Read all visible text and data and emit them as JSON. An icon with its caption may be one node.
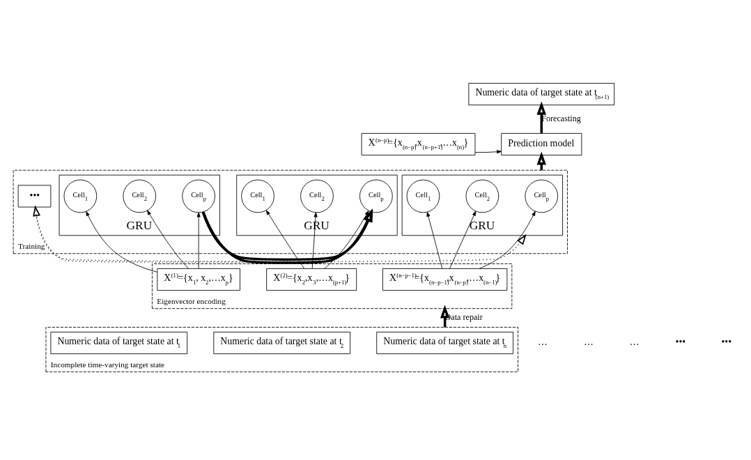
{
  "diagram": {
    "nodes": [
      {
        "text": [
          "Training"
        ]
      },
      {
        "text": [
          "GRU"
        ],
        "in": 0
      },
      {
        "text": [
          "Cell$_{1}$"
        ],
        "in": 1
      },
      {
        "text": [
          "Cell$_{2}$"
        ],
        "in": 1
      },
      {
        "text": [
          "Cell$_{p}$"
        ],
        "in": 1
      },
      {
        "text": [
          "GRU"
        ],
        "in": 0
      },
      {
        "text": [
          "Cell$_{1}$"
        ],
        "in": 5
      },
      {
        "text": [
          "Cell$_{2}$"
        ],
        "in": 5
      },
      {
        "text": [
          "Cell$_{p}$"
        ],
        "in": 5
      },
      {
        "text": [
          "•••"
        ],
        "in": 0
      },
      {
        "text": [
          "GRU"
        ],
        "in": 0
      },
      {
        "text": [
          "Cell$_{1}$"
        ],
        "in": 10
      },
      {
        "text": [
          "Cell$_{2}$"
        ],
        "in": 10
      },
      {
        "text": [
          "Cell$_{p}$"
        ],
        "in": 10
      },
      {
        "text": [
          "Eigenvector encoding"
        ]
      },
      {
        "text": [
          "X$^{(1)}$={x$_{1}$, x$_{2}$,…x$_{p}$}"
        ],
        "in": 14
      },
      {
        "text": [
          "X$^{(2)}$={x$_{2}$,x$_{3}$,…x$_{(p+1)}$}"
        ],
        "in": 14
      },
      {
        "text": [
          "X$^{(n−p−1)}$={x$_{(n−p−1)}$,x$_{(n−p)}$,…x$_{(n−1)}$}"
        ],
        "in": 14
      },
      {
        "text": [
          "Incomplete time-varying target state"
        ]
      },
      {
        "text": [
          "Numeric data of target state at t$_{1}$"
        ],
        "in": 18
      },
      {
        "text": [
          "Numeric data of target state at t$_{2}$"
        ],
        "in": 18
      },
      {
        "text": [
          "Numeric data of target state at t$_{n}$"
        ],
        "in": 18
      },
      {
        "text": [
          "X$^{(n−p)}$={x$_{(n−p)}$,x$_{(n−p+1)}$,…x$_{(n)}$}"
        ]
      },
      {
        "text": [
          "Prediction model"
        ]
      },
      {
        "text": [
          "Numeric data of target state at t$_{(n+1)}$"
        ]
      }
    ],
    "edges": [
      {
        "from": 15,
        "to": 2,
        "arrow": "to"
      },
      {
        "from": 15,
        "to": 3,
        "arrow": "to"
      },
      {
        "from": 15,
        "to": 4,
        "arrow": "to"
      },
      {
        "from": 16,
        "to": 6,
        "arrow": "to"
      },
      {
        "from": 16,
        "to": 7,
        "arrow": "to"
      },
      {
        "from": 16,
        "to": 8,
        "arrow": "to"
      },
      {
        "from": 17,
        "to": 11,
        "arrow": "to"
      },
      {
        "from": 17,
        "to": 12,
        "arrow": "to"
      },
      {
        "from": 17,
        "to": 13,
        "arrow": "to"
      },
      {
        "from": 1,
        "to": 5,
        "arrow": "to",
        "style": "thick"
      },
      {
        "from": 5,
        "to": 9,
        "arrow": "to",
        "style": "dashed"
      },
      {
        "from": 9,
        "to": 10,
        "arrow": "to",
        "style": "dashed"
      },
      {
        "from": 18,
        "to": 14,
        "arrow": "to",
        "style": "thick",
        "label": "Data repair"
      },
      {
        "from": 22,
        "to": 23,
        "arrow": "to"
      },
      {
        "from": 0,
        "to": 23,
        "arrow": "to",
        "style": "thick"
      },
      {
        "from": 23,
        "to": 24,
        "arrow": "to",
        "style": "thick",
        "label": "Forecasting"
      }
    ],
    "labels": [
      "…",
      "…",
      "…",
      "•••",
      "•••"
    ]
  }
}
